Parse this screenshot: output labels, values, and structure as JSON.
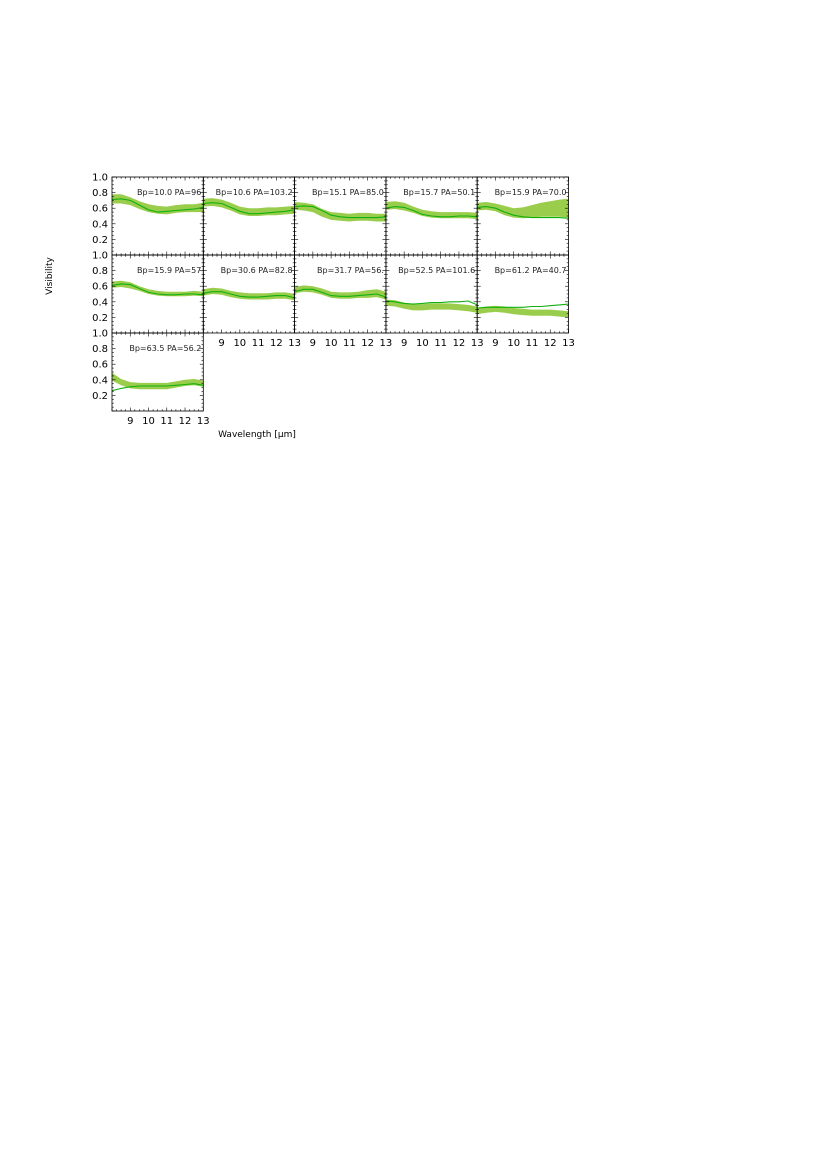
{
  "figure": {
    "ylabel": "Visibility",
    "xlabel": "Wavelength [μm]"
  },
  "colors": {
    "band": "#9acd4b",
    "model": "#10b010",
    "frame": "#000000"
  },
  "chart_data": {
    "type": "line",
    "layout": {
      "rows": 3,
      "cols": 5
    },
    "xlim": [
      8,
      13
    ],
    "ylim": [
      0,
      1.0
    ],
    "x": [
      8.0,
      8.5,
      9.0,
      9.5,
      10.0,
      10.5,
      11.0,
      11.5,
      12.0,
      12.5,
      13.0
    ],
    "xticks": [
      9,
      10,
      11,
      12,
      13
    ],
    "yticks": [
      0.2,
      0.4,
      0.6,
      0.8,
      1.0
    ],
    "ytick_labels": [
      "0.2",
      "0.4",
      "0.6",
      "0.8",
      "1.0"
    ],
    "xtick_labels": [
      "9",
      "10",
      "11",
      "12",
      "13"
    ],
    "panels": [
      {
        "label": "Bp=10.0  PA=96",
        "model": [
          0.71,
          0.72,
          0.7,
          0.64,
          0.58,
          0.55,
          0.56,
          0.57,
          0.58,
          0.59,
          0.61
        ],
        "obs": [
          0.72,
          0.72,
          0.69,
          0.64,
          0.6,
          0.58,
          0.57,
          0.59,
          0.6,
          0.6,
          0.61
        ],
        "err": [
          0.06,
          0.06,
          0.05,
          0.05,
          0.05,
          0.05,
          0.05,
          0.05,
          0.05,
          0.05,
          0.06
        ]
      },
      {
        "label": "Bp=10.6  PA=103.2",
        "model": [
          0.66,
          0.67,
          0.66,
          0.61,
          0.56,
          0.53,
          0.53,
          0.54,
          0.55,
          0.56,
          0.58
        ],
        "obs": [
          0.67,
          0.68,
          0.66,
          0.62,
          0.57,
          0.55,
          0.55,
          0.56,
          0.56,
          0.57,
          0.58
        ],
        "err": [
          0.05,
          0.05,
          0.05,
          0.05,
          0.05,
          0.05,
          0.05,
          0.05,
          0.05,
          0.05,
          0.05
        ]
      },
      {
        "label": "Bp=15.1  PA=85.0",
        "model": [
          0.62,
          0.63,
          0.62,
          0.57,
          0.51,
          0.49,
          0.48,
          0.48,
          0.48,
          0.48,
          0.49
        ],
        "obs": [
          0.63,
          0.62,
          0.6,
          0.54,
          0.5,
          0.49,
          0.48,
          0.49,
          0.49,
          0.48,
          0.48
        ],
        "err": [
          0.05,
          0.05,
          0.05,
          0.05,
          0.05,
          0.05,
          0.05,
          0.05,
          0.05,
          0.05,
          0.05
        ]
      },
      {
        "label": "Bp=15.7  PA=50.1",
        "model": [
          0.6,
          0.62,
          0.61,
          0.57,
          0.52,
          0.5,
          0.49,
          0.49,
          0.5,
          0.5,
          0.49
        ],
        "obs": [
          0.63,
          0.64,
          0.62,
          0.58,
          0.54,
          0.52,
          0.51,
          0.51,
          0.51,
          0.51,
          0.5
        ],
        "err": [
          0.05,
          0.05,
          0.05,
          0.04,
          0.04,
          0.04,
          0.04,
          0.04,
          0.04,
          0.04,
          0.04
        ]
      },
      {
        "label": "Bp=15.9  PA=70.0",
        "model": [
          0.61,
          0.62,
          0.6,
          0.55,
          0.51,
          0.49,
          0.48,
          0.48,
          0.48,
          0.48,
          0.47
        ],
        "obs": [
          0.62,
          0.63,
          0.61,
          0.57,
          0.54,
          0.54,
          0.56,
          0.58,
          0.59,
          0.6,
          0.6
        ],
        "err": [
          0.05,
          0.05,
          0.05,
          0.06,
          0.06,
          0.07,
          0.08,
          0.09,
          0.1,
          0.11,
          0.12
        ]
      },
      {
        "label": "Bp=15.9  PA=57",
        "model": [
          0.61,
          0.63,
          0.62,
          0.57,
          0.52,
          0.5,
          0.49,
          0.49,
          0.5,
          0.5,
          0.49
        ],
        "obs": [
          0.62,
          0.63,
          0.61,
          0.57,
          0.53,
          0.51,
          0.5,
          0.5,
          0.5,
          0.51,
          0.5
        ],
        "err": [
          0.04,
          0.04,
          0.04,
          0.03,
          0.03,
          0.03,
          0.03,
          0.03,
          0.03,
          0.03,
          0.03
        ]
      },
      {
        "label": "Bp=30.6  PA=82.8",
        "model": [
          0.51,
          0.53,
          0.53,
          0.5,
          0.47,
          0.46,
          0.46,
          0.47,
          0.48,
          0.48,
          0.45
        ],
        "obs": [
          0.52,
          0.54,
          0.53,
          0.5,
          0.48,
          0.47,
          0.47,
          0.47,
          0.48,
          0.48,
          0.46
        ],
        "err": [
          0.04,
          0.04,
          0.04,
          0.04,
          0.04,
          0.04,
          0.04,
          0.04,
          0.04,
          0.04,
          0.04
        ]
      },
      {
        "label": "Bp=31.7  PA=56.",
        "model": [
          0.53,
          0.56,
          0.56,
          0.52,
          0.48,
          0.47,
          0.47,
          0.48,
          0.49,
          0.5,
          0.46
        ],
        "obs": [
          0.55,
          0.57,
          0.56,
          0.53,
          0.49,
          0.48,
          0.48,
          0.49,
          0.5,
          0.51,
          0.48
        ],
        "err": [
          0.04,
          0.04,
          0.04,
          0.04,
          0.04,
          0.04,
          0.04,
          0.04,
          0.05,
          0.05,
          0.05
        ]
      },
      {
        "label": "Bp=52.5  PA=101.6",
        "model": [
          0.41,
          0.4,
          0.38,
          0.37,
          0.38,
          0.39,
          0.39,
          0.4,
          0.4,
          0.41,
          0.36
        ],
        "obs": [
          0.39,
          0.38,
          0.35,
          0.33,
          0.33,
          0.34,
          0.34,
          0.34,
          0.33,
          0.32,
          0.3
        ],
        "err": [
          0.04,
          0.04,
          0.04,
          0.04,
          0.04,
          0.04,
          0.04,
          0.04,
          0.04,
          0.04,
          0.04
        ]
      },
      {
        "label": "Bp=61.2  PA=40.7",
        "model": [
          0.32,
          0.33,
          0.33,
          0.33,
          0.33,
          0.33,
          0.34,
          0.34,
          0.35,
          0.36,
          0.37
        ],
        "obs": [
          0.28,
          0.3,
          0.31,
          0.3,
          0.28,
          0.27,
          0.26,
          0.26,
          0.26,
          0.25,
          0.24
        ],
        "err": [
          0.04,
          0.04,
          0.04,
          0.04,
          0.04,
          0.04,
          0.04,
          0.04,
          0.04,
          0.04,
          0.04
        ]
      },
      {
        "label": "Bp=63.5  PA=56.2",
        "model": [
          0.26,
          0.29,
          0.31,
          0.32,
          0.32,
          0.32,
          0.32,
          0.33,
          0.34,
          0.35,
          0.33
        ],
        "obs": [
          0.44,
          0.37,
          0.33,
          0.32,
          0.32,
          0.32,
          0.32,
          0.34,
          0.36,
          0.37,
          0.35
        ],
        "err": [
          0.05,
          0.04,
          0.04,
          0.04,
          0.04,
          0.04,
          0.04,
          0.04,
          0.04,
          0.04,
          0.04
        ]
      }
    ]
  }
}
